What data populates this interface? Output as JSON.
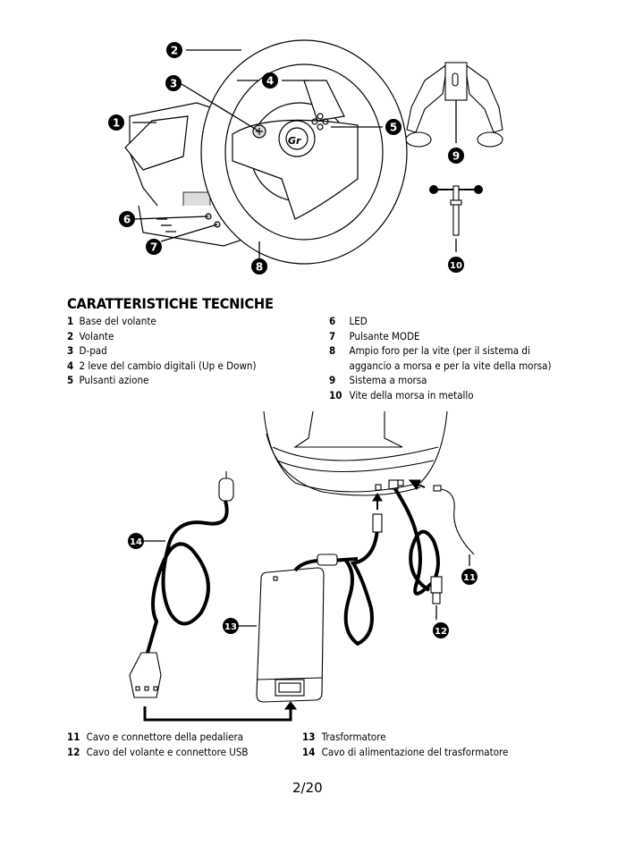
{
  "section_title": "CARATTERISTICHE TECNICHE",
  "features_left": [
    {
      "num": "1",
      "label": "Base del volante"
    },
    {
      "num": "2",
      "label": "Volante"
    },
    {
      "num": "3",
      "label": "D-pad"
    },
    {
      "num": "4",
      "label": "2 leve del cambio digitali (Up e Down)"
    },
    {
      "num": "5",
      "label": "Pulsanti azione"
    }
  ],
  "features_right": [
    {
      "num": "6",
      "label": "LED"
    },
    {
      "num": "7",
      "label": "Pulsante MODE"
    },
    {
      "num": "8",
      "label": "Ampio foro per la vite (per il sistema di aggancio a morsa e per la vite della morsa)"
    },
    {
      "num": "9",
      "label": "Sistema a morsa"
    },
    {
      "num": "10",
      "label": "Vite della morsa in metallo"
    }
  ],
  "connections_left": [
    {
      "num": "11",
      "label": "Cavo e connettore della pedaliera"
    },
    {
      "num": "12",
      "label": "Cavo del volante e connettore USB"
    }
  ],
  "connections_right": [
    {
      "num": "13",
      "label": "Trasformatore"
    },
    {
      "num": "14",
      "label": "Cavo di alimentazione del trasformatore"
    }
  ],
  "figure_callouts": {
    "wheel": [
      "1",
      "2",
      "3",
      "4",
      "5",
      "6",
      "7",
      "8"
    ],
    "clamp": [
      "9",
      "10"
    ],
    "connections": [
      "11",
      "12",
      "13",
      "14"
    ]
  },
  "page_number": "2/20"
}
